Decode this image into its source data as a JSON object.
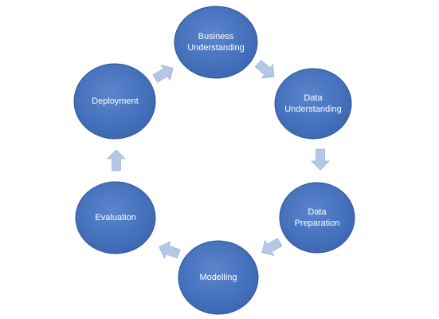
{
  "diagram": {
    "type": "cycle",
    "colors": {
      "node_fill": "#3a66b2",
      "node_fill_light": "#5b86cd",
      "node_stroke": "#2f5597",
      "arrow_fill": "#b4c7e7",
      "arrow_stroke": "#9fb5dc",
      "text": "#ffffff"
    },
    "nodes": [
      {
        "id": "business-understanding",
        "label": "Business\nUnderstanding"
      },
      {
        "id": "data-understanding",
        "label": "Data\nUnderstanding"
      },
      {
        "id": "data-preparation",
        "label": "Data\nPreparation"
      },
      {
        "id": "modelling",
        "label": "Modelling"
      },
      {
        "id": "evaluation",
        "label": "Evaluation"
      },
      {
        "id": "deployment",
        "label": "Deployment"
      }
    ],
    "edges": [
      {
        "from": "business-understanding",
        "to": "data-understanding"
      },
      {
        "from": "data-understanding",
        "to": "data-preparation"
      },
      {
        "from": "data-preparation",
        "to": "modelling"
      },
      {
        "from": "modelling",
        "to": "evaluation"
      },
      {
        "from": "evaluation",
        "to": "deployment"
      },
      {
        "from": "deployment",
        "to": "business-understanding"
      }
    ]
  }
}
